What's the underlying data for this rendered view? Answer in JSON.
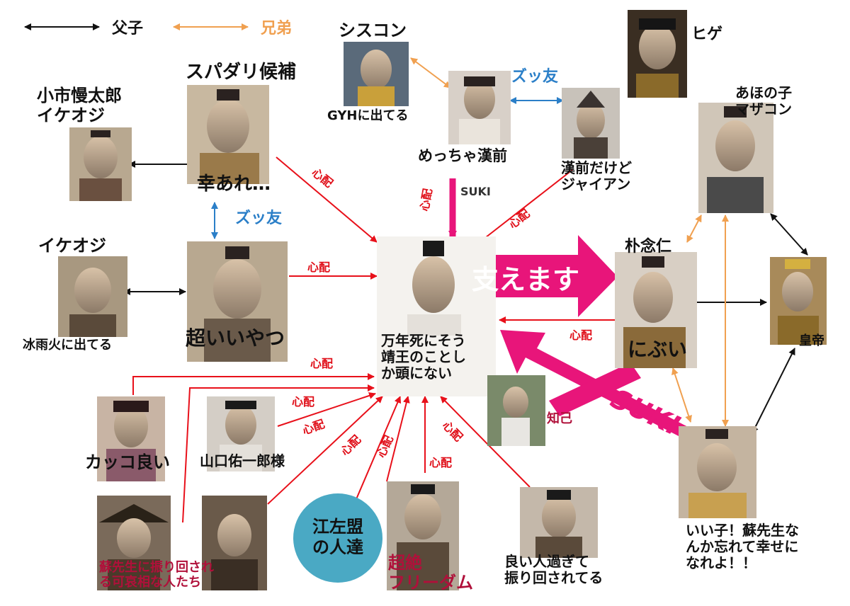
{
  "legend": {
    "father_son": "父子",
    "brothers": "兄弟",
    "father_son_color": "#111111",
    "brothers_color": "#f0a050"
  },
  "colors": {
    "worry_arrow": "#e8101a",
    "friend_arrow": "#2b7fc8",
    "support_arrow": "#e8157a",
    "circle": "#4aa9c4"
  },
  "characters": {
    "siscon": {
      "label": "シスコン",
      "note": "GYHに出てる",
      "icon": "portrait-silhouette"
    },
    "heroine": {
      "label": "めっちゃ漢前",
      "icon": "portrait-silhouette"
    },
    "hige": {
      "label": "ヒゲ",
      "icon": "portrait-silhouette"
    },
    "girl_general": {
      "label": "漢前だけど\nジャイアン",
      "icon": "portrait-silhouette"
    },
    "koichi": {
      "label": "小市慢太郎\nイケオジ",
      "icon": "portrait-silhouette"
    },
    "supadari": {
      "label": "スパダリ候補",
      "note": "幸あれ…",
      "icon": "portrait-silhouette"
    },
    "ikeoji2": {
      "label": "イケオジ",
      "note": "冰雨火に出てる",
      "icon": "portrait-silhouette"
    },
    "good_guy": {
      "label": "超いいやつ",
      "icon": "portrait-silhouette"
    },
    "protagonist": {
      "label": "万年死にそう\n靖王のことし\nか頭にない",
      "icon": "portrait-silhouette"
    },
    "prince": {
      "label": "朴念仁",
      "note": "にぶい",
      "icon": "portrait-silhouette"
    },
    "ahonoko": {
      "label": "あほの子\nマザコン",
      "icon": "portrait-silhouette"
    },
    "emperor": {
      "label": "皇帝",
      "icon": "portrait-silhouette"
    },
    "kid": {
      "label": "知己",
      "icon": "portrait-silhouette"
    },
    "good_son": {
      "label": "いい子！蘇先生な\nんか忘れて幸せに\nなれよ！！",
      "icon": "portrait-silhouette"
    },
    "cool_girl": {
      "label": "カッコ良い",
      "icon": "portrait-silhouette"
    },
    "yamaguchi": {
      "label": "山口佑一郎様",
      "icon": "portrait-silhouette"
    },
    "hat_man": {
      "label": "",
      "icon": "portrait-silhouette"
    },
    "bearded": {
      "label": "",
      "icon": "portrait-silhouette"
    },
    "pitiful_caption": "蘇先生に振り回され\nる可哀相な人たち",
    "freedom": {
      "label": "超絶\nフリーダム",
      "icon": "portrait-silhouette"
    },
    "too_good": {
      "label": "良い人過ぎて\n振り回されてる",
      "icon": "portrait-silhouette"
    }
  },
  "relations": {
    "worry": "心配",
    "friend": "ズッ友",
    "suki_small": "SUKI",
    "suki_big": "SUKI",
    "support": "支えます"
  },
  "group_circle": {
    "label": "江左盟\nの人達"
  }
}
